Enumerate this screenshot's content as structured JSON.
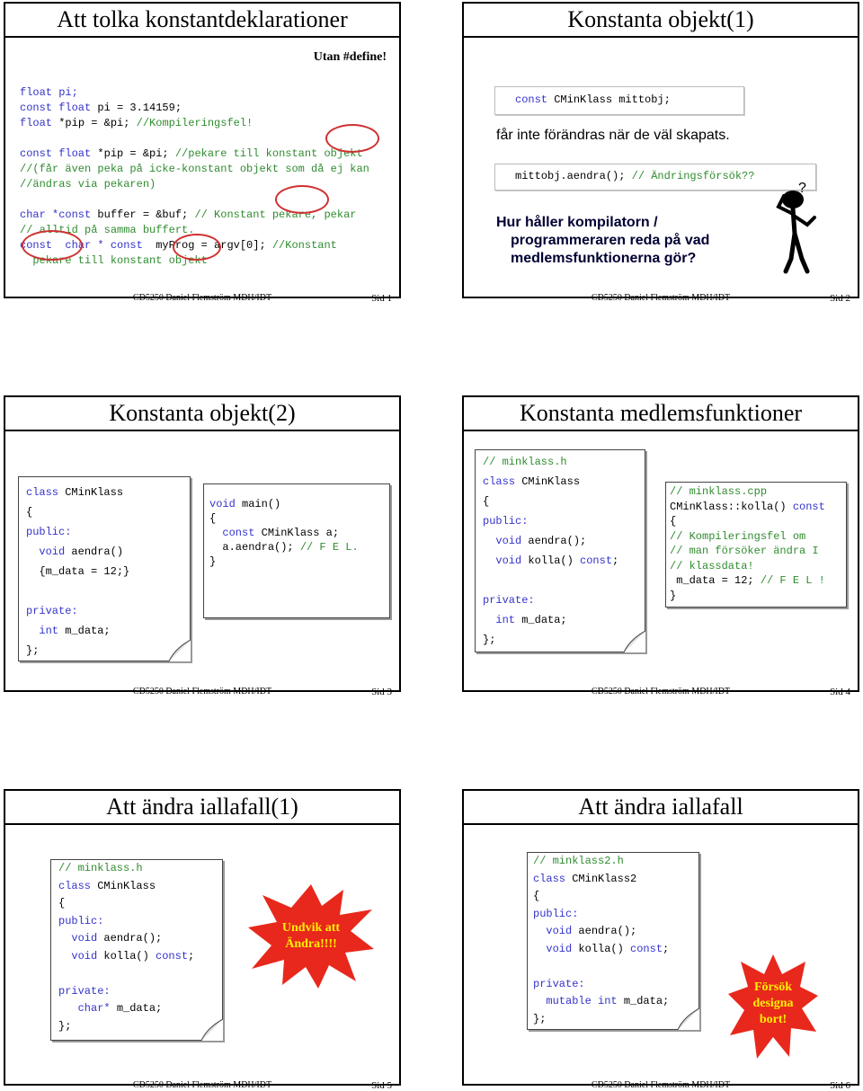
{
  "footer_text": "CD5250 Daniel Flemström MDH/IDT",
  "slide1": {
    "title": "Att tolka konstantdeklarationer",
    "note": "Utan #define!",
    "sid": "Sid 1",
    "l1": "float pi;",
    "l2a": "const float",
    "l2b": " pi = 3.14159;",
    "l3a": "float",
    "l3b": " *pip = &pi; ",
    "l3c": "//Kompileringsfel!",
    "l4a": "const float",
    "l4b": " *pip = &pi; ",
    "l4c": "//pekare till konstant objekt",
    "l5": "//(får även peka på icke-konstant objekt som då ej kan",
    "l6": "//ändras via pekaren)",
    "l7a": "char *const",
    "l7b": " buffer = &buf; ",
    "l7c": "// Konstant pekare, pekar",
    "l8": "// alltid på samma buffert.",
    "l9a": "const  char * const",
    "l9b": "  myProg = argv[0]; ",
    "l9c": "//Konstant",
    "l10": "  pekare till konstant objekt"
  },
  "slide2": {
    "title": "Konstanta objekt(1)",
    "sid": "Sid 2",
    "box1a": "const",
    "box1b": " CMinKlass mittobj;",
    "text1": "får inte förändras när de väl skapats.",
    "box2a": "mittobj.aendra(); ",
    "box2b": "// Ändringsförsök??",
    "q1": "Hur håller kompilatorn /",
    "q2": "programmeraren reda på vad",
    "q3": "medlemsfunktionerna gör?",
    "qmark": "?"
  },
  "slide3": {
    "title": "Konstanta objekt(2)",
    "sid": "Sid 3",
    "n1": [
      "class",
      " CMinKlass",
      "{",
      "public:",
      "void",
      " aendra()",
      "{m_data = 12;}",
      "private:",
      "int",
      " m_data;",
      "};"
    ],
    "n2": [
      "void",
      " main()",
      "{",
      "const",
      " CMinKlass a;",
      "a.aendra(); ",
      "// F E L.",
      "}"
    ]
  },
  "slide4": {
    "title": "Konstanta medlemsfunktioner",
    "sid": "Sid 4",
    "n1": [
      "// minklass.h",
      "class",
      " CMinKlass",
      "{",
      "public:",
      "void",
      " aendra();",
      "void",
      " kolla() ",
      "const",
      ";",
      "private:",
      "int",
      " m_data;",
      "};"
    ],
    "n2": [
      "// minklass.cpp",
      "CMinKlass::kolla() ",
      "const",
      "{",
      "// Kompileringsfel om",
      "// man försöker ändra I",
      "// klassdata!",
      " m_data = 12; ",
      "// F E L !",
      "}"
    ]
  },
  "slide5": {
    "title": "Att ändra iallafall(1)",
    "sid": "Sid 5",
    "n1": [
      "// minklass.h",
      "class",
      " CMinKlass",
      "{",
      "public:",
      "void",
      " aendra();",
      "void",
      " kolla() ",
      "const",
      ";",
      "private:",
      "char*",
      " m_data;",
      "};"
    ],
    "burst": [
      "Undvik att",
      "Ändra!!!!"
    ]
  },
  "slide6": {
    "title": "Att ändra iallafall",
    "sid": "Sid 6",
    "n1": [
      "// minklass2.h",
      "class",
      " CMinKlass2",
      "{",
      "public:",
      "void",
      " aendra();",
      "void",
      " kolla() ",
      "const",
      ";",
      "private:",
      "mutable int",
      " m_data;",
      "};"
    ],
    "burst": [
      "Försök",
      "designa",
      "bort!"
    ]
  },
  "colors": {
    "keyword": "#3333cc",
    "comment": "#2f8c2f",
    "circle": "#d03030",
    "burst": "#e8281c",
    "burst_text": "#fff000"
  }
}
